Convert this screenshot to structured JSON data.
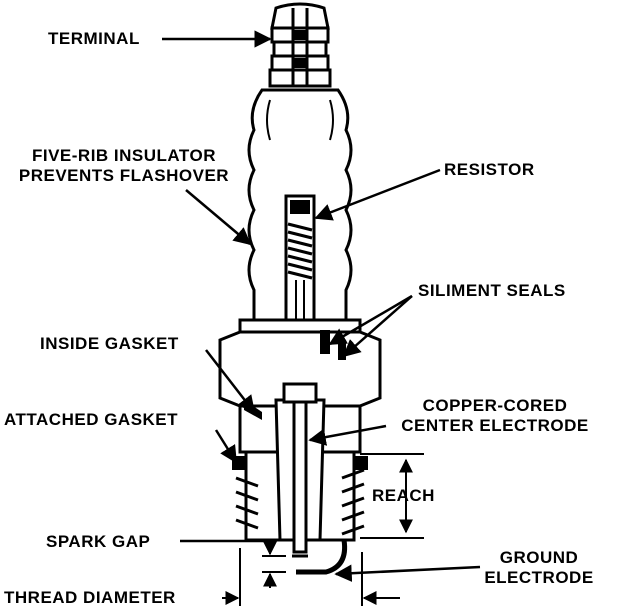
{
  "labels": {
    "terminal": "TERMINAL",
    "insulator_line1": "FIVE-RIB INSULATOR",
    "insulator_line2": "PREVENTS FLASHOVER",
    "resistor": "RESISTOR",
    "siliment_seals": "SILIMENT SEALS",
    "inside_gasket": "INSIDE GASKET",
    "copper_line1": "COPPER-CORED",
    "copper_line2": "CENTER ELECTRODE",
    "attached_gasket": "ATTACHED GASKET",
    "reach": "REACH",
    "spark_gap": "SPARK GAP",
    "ground_line1": "GROUND",
    "ground_line2": "ELECTRODE",
    "thread_diameter": "THREAD DIAMETER"
  }
}
